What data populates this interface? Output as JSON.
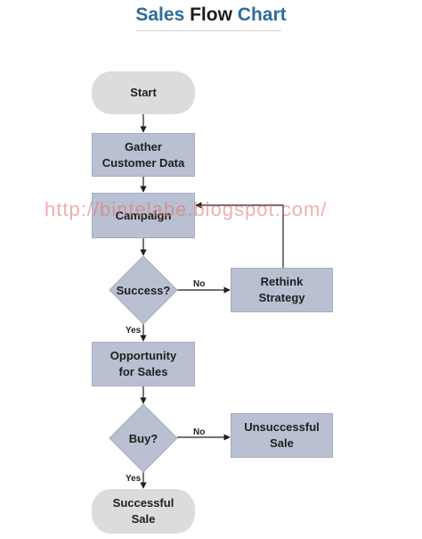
{
  "title": {
    "word1": "Sales",
    "word2": "Flow",
    "word3": "Chart"
  },
  "nodes": {
    "start": "Start",
    "gather_line1": "Gather",
    "gather_line2": "Customer Data",
    "campaign": "Campaign",
    "success_decision": "Success?",
    "rethink_line1": "Rethink",
    "rethink_line2": "Strategy",
    "opportunity_line1": "Opportunity",
    "opportunity_line2": "for Sales",
    "buy_decision": "Buy?",
    "unsuccessful_line1": "Unsuccessful",
    "unsuccessful_line2": "Sale",
    "successful_line1": "Successful",
    "successful_line2": "Sale"
  },
  "edge_labels": {
    "success_no": "No",
    "success_yes": "Yes",
    "buy_no": "No",
    "buy_yes": "Yes"
  },
  "watermark": "http://bintelabe.blogspot.com/",
  "colors": {
    "terminal_fill": "#dcdcdc",
    "process_fill": "#b8c0d1",
    "title_accent": "#2e6d9a"
  }
}
